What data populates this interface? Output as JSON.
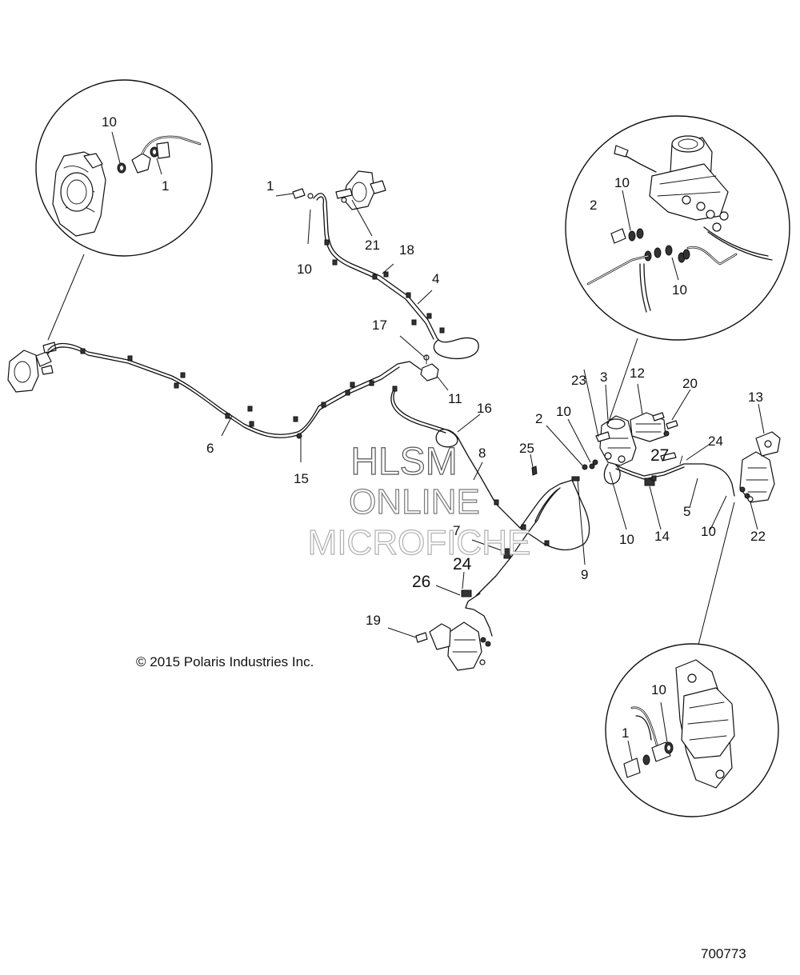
{
  "watermark": {
    "line1": "HLSM",
    "line2": "ONLINE",
    "line3": "MICROFICHE",
    "colors": [
      "#555555",
      "#7a7a7a",
      "#b0b0b0"
    ]
  },
  "copyright": "© 2015 Polaris Industries Inc.",
  "diagram_id": "700773",
  "callouts": [
    {
      "id": "c-10-tl",
      "text": "10"
    },
    {
      "id": "c-1-tl",
      "text": "1"
    },
    {
      "id": "c-1-top",
      "text": "1"
    },
    {
      "id": "c-21",
      "text": "21"
    },
    {
      "id": "c-18",
      "text": "18"
    },
    {
      "id": "c-10-top",
      "text": "10"
    },
    {
      "id": "c-4",
      "text": "4"
    },
    {
      "id": "c-17",
      "text": "17"
    },
    {
      "id": "c-11",
      "text": "11"
    },
    {
      "id": "c-16",
      "text": "16"
    },
    {
      "id": "c-6",
      "text": "6"
    },
    {
      "id": "c-15",
      "text": "15"
    },
    {
      "id": "c-8",
      "text": "8"
    },
    {
      "id": "c-25",
      "text": "25"
    },
    {
      "id": "c-2-mid",
      "text": "2"
    },
    {
      "id": "c-10-mid",
      "text": "10"
    },
    {
      "id": "c-23",
      "text": "23"
    },
    {
      "id": "c-3",
      "text": "3"
    },
    {
      "id": "c-12",
      "text": "12"
    },
    {
      "id": "c-20",
      "text": "20"
    },
    {
      "id": "c-13",
      "text": "13"
    },
    {
      "id": "c-27",
      "text": "27"
    },
    {
      "id": "c-24-r",
      "text": "24"
    },
    {
      "id": "c-5",
      "text": "5"
    },
    {
      "id": "c-10-r1",
      "text": "10"
    },
    {
      "id": "c-14",
      "text": "14"
    },
    {
      "id": "c-10-r2",
      "text": "10"
    },
    {
      "id": "c-22",
      "text": "22"
    },
    {
      "id": "c-9",
      "text": "9"
    },
    {
      "id": "c-7",
      "text": "7"
    },
    {
      "id": "c-24-b",
      "text": "24"
    },
    {
      "id": "c-26",
      "text": "26"
    },
    {
      "id": "c-19",
      "text": "19"
    },
    {
      "id": "c-2-tr",
      "text": "2"
    },
    {
      "id": "c-10-tr1",
      "text": "10"
    },
    {
      "id": "c-10-tr2",
      "text": "10"
    },
    {
      "id": "c-1-br",
      "text": "1"
    },
    {
      "id": "c-10-br",
      "text": "10"
    }
  ]
}
